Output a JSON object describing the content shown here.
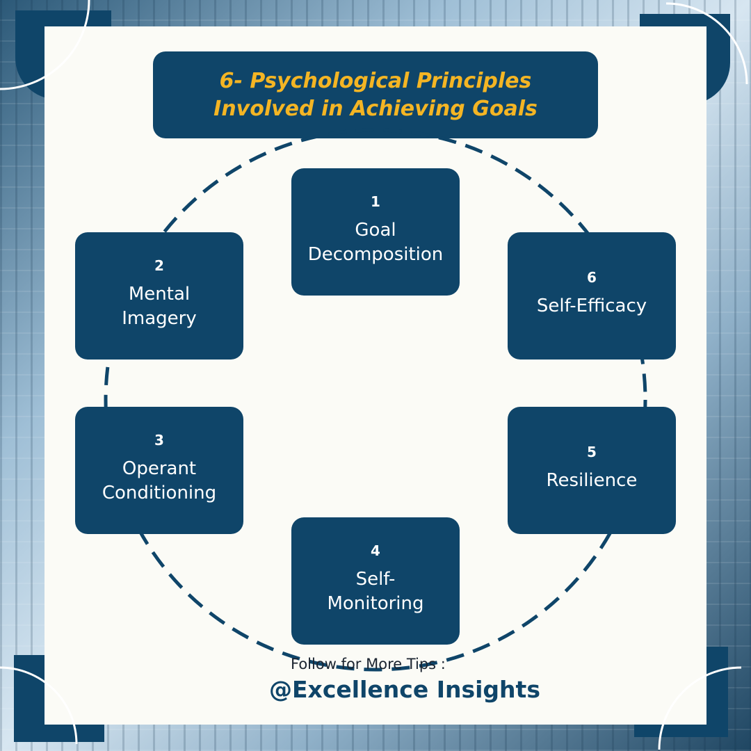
{
  "title": {
    "line1": "6- Psychological Principles",
    "line2": "Involved in Achieving Goals"
  },
  "principles": [
    {
      "number": "1",
      "label": "Goal\nDecomposition"
    },
    {
      "number": "2",
      "label": "Mental\nImagery"
    },
    {
      "number": "3",
      "label": "Operant\nConditioning"
    },
    {
      "number": "4",
      "label": "Self-\nMonitoring"
    },
    {
      "number": "5",
      "label": "Resilience"
    },
    {
      "number": "6",
      "label": "Self-Efficacy"
    }
  ],
  "footer": {
    "follow_text": "Follow for More Tips :",
    "handle": "@Excellence Insights"
  },
  "colors": {
    "navy": "#0f4569",
    "title_text": "#f4b524",
    "card": "#fbfbf6"
  }
}
